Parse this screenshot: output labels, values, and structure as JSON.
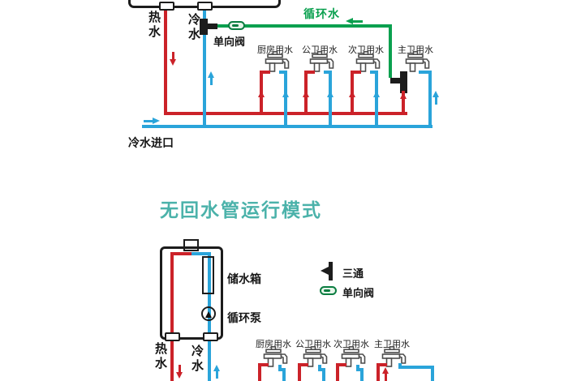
{
  "colors": {
    "hot": "#cb2229",
    "cold": "#2aa4da",
    "circ": "#0aa04f",
    "ink": "#1c1c1c",
    "title": "#4bb2aa"
  },
  "diagram_top": {
    "labels": {
      "hot_water": "热水",
      "cold_water": "冷水",
      "check_valve": "单向阀",
      "circulating_water": "循环水",
      "cold_inlet": "冷水进口"
    },
    "taps": [
      {
        "label": "厨房用水"
      },
      {
        "label": "公卫用水"
      },
      {
        "label": "次卫用水"
      },
      {
        "label": "主卫用水"
      }
    ]
  },
  "diagram_bottom": {
    "title": "无回水管运行模式",
    "labels": {
      "storage_tank": "储水箱",
      "circulation_pump": "循环泵",
      "hot_water": "热水",
      "cold_water": "冷水"
    },
    "legend": [
      {
        "symbol": "tee",
        "label": "三通"
      },
      {
        "symbol": "check-valve",
        "label": "单向阀"
      }
    ],
    "taps": [
      {
        "label": "厨房用水"
      },
      {
        "label": "公卫用水"
      },
      {
        "label": "次卫用水"
      },
      {
        "label": "主卫用水"
      }
    ]
  }
}
